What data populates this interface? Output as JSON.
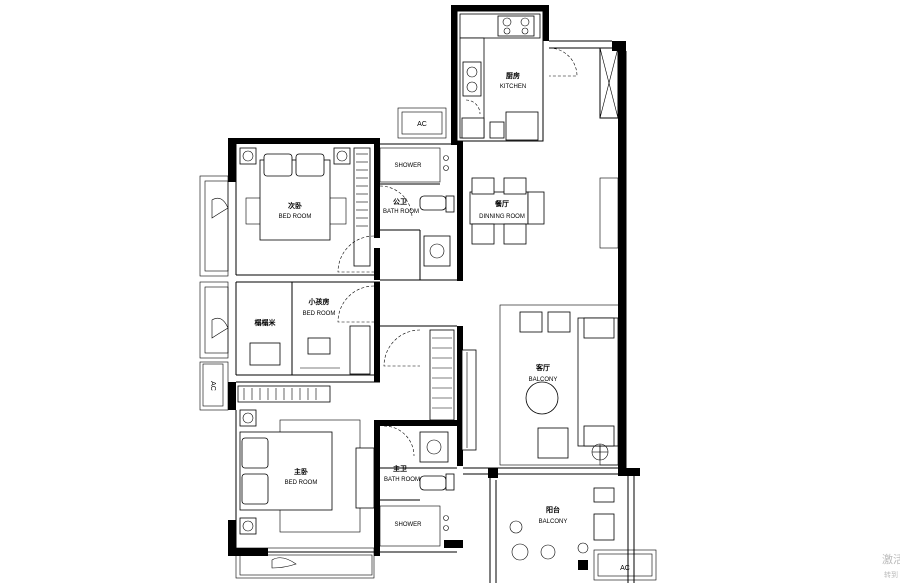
{
  "rooms": {
    "kitchen": {
      "cn": "厨房",
      "en": "KITCHEN"
    },
    "dining": {
      "cn": "餐厅",
      "en": "DINNING ROOM"
    },
    "living": {
      "cn": "客厅",
      "en": "BALCONY"
    },
    "balcony": {
      "cn": "阳台",
      "en": "BALCONY"
    },
    "second_bedroom": {
      "cn": "次卧",
      "en": "BED ROOM"
    },
    "kids_bedroom": {
      "cn": "小孩房",
      "en": "BED ROOM"
    },
    "tatami": {
      "cn": "榻榻米",
      "en": ""
    },
    "master_bedroom": {
      "cn": "主卧",
      "en": "BED ROOM"
    },
    "public_bath": {
      "cn": "公卫",
      "en": "BATH ROOM"
    },
    "master_bath": {
      "cn": "主卫",
      "en": "BATH ROOM"
    },
    "shower_top": {
      "en": "SHOWER"
    },
    "shower_bottom": {
      "en": "SHOWER"
    }
  },
  "ac_units": [
    "AC",
    "AC",
    "AC"
  ],
  "watermark": {
    "line1": "激活",
    "line2": "转到"
  }
}
